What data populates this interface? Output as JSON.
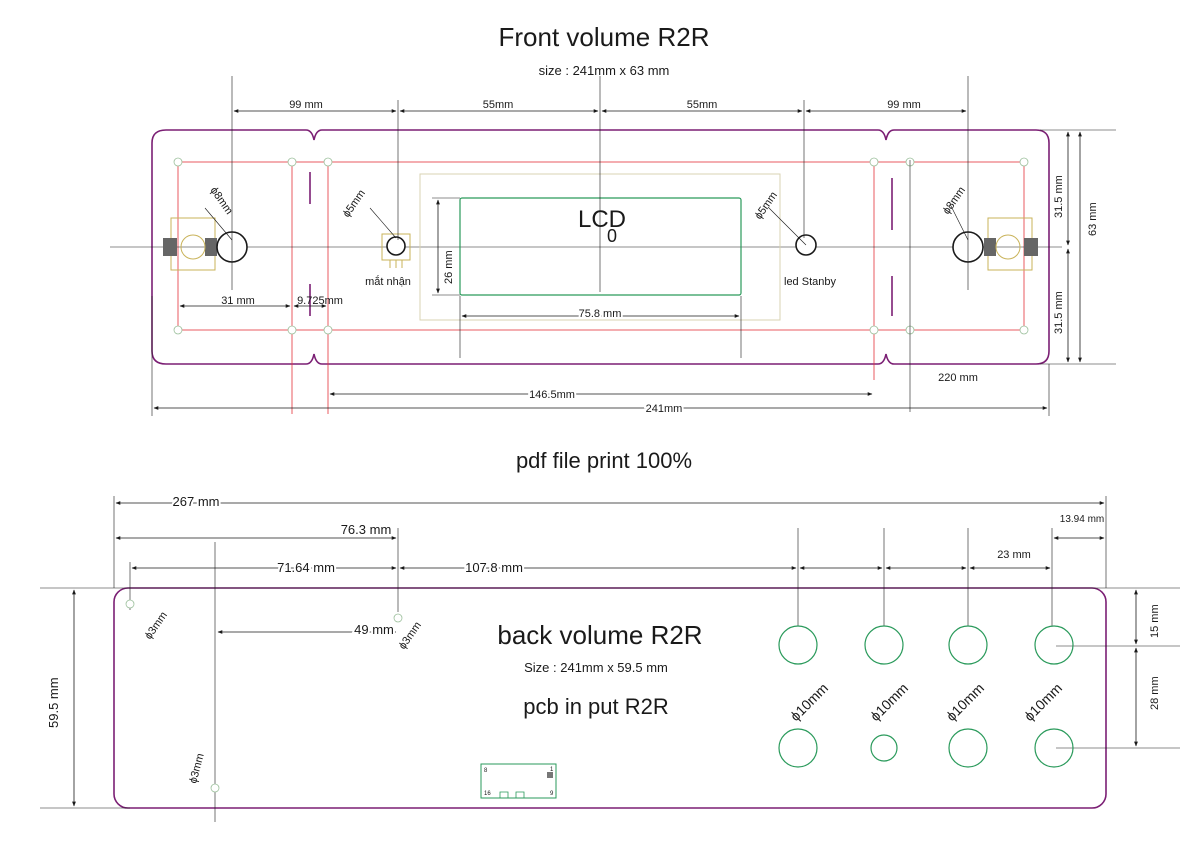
{
  "front": {
    "title": "Front volume R2R",
    "size": "size : 241mm x 63 mm",
    "dims": {
      "d99_left": "99 mm",
      "d55_left": "55mm",
      "d55_right": "55mm",
      "d99_right": "99 mm",
      "d31_5_top": "31.5 mm",
      "d63": "63 mm",
      "d31_5_bottom": "31.5 mm",
      "d31": "31 mm",
      "d9_725": "9.725mm",
      "d26": "26 mm",
      "d75_8": "75.8 mm",
      "d146_5": "146.5mm",
      "d241": "241mm",
      "d220": "220 mm"
    },
    "labels": {
      "phi8_left": "ϕ8mm",
      "phi8_right": "ϕ8mm",
      "phi5_left": "ϕ5mm",
      "phi5_right": "ϕ5mm",
      "lcd": "LCD",
      "lcd_zero": "0",
      "ir_receiver": "mắt nhận",
      "led_standby": "led Stanby"
    }
  },
  "note": "pdf file print 100%",
  "back": {
    "title": "back volume R2R",
    "size": "Size : 241mm x 59.5 mm",
    "pcb": "pcb in put R2R",
    "dims": {
      "d267": "267 mm",
      "d76_3": "76.3 mm",
      "d13_94": "13.94 mm",
      "d71_64": "71.64 mm",
      "d107_8": "107.8 mm",
      "d23": "23 mm",
      "d49": "49 mm",
      "d59_5": "59.5 mm",
      "d15": "15 mm",
      "d28": "28 mm"
    },
    "labels": {
      "phi3_a": "ϕ3mm",
      "phi3_b": "ϕ3mm",
      "phi3_c": "ϕ3mm",
      "phi10_1": "ϕ10mm",
      "phi10_2": "ϕ10mm",
      "phi10_3": "ϕ10mm",
      "phi10_4": "ϕ10mm",
      "pcb_pin_8": "8",
      "pcb_pin_1": "1",
      "pcb_pin_16": "16",
      "pcb_pin_9": "9"
    }
  }
}
